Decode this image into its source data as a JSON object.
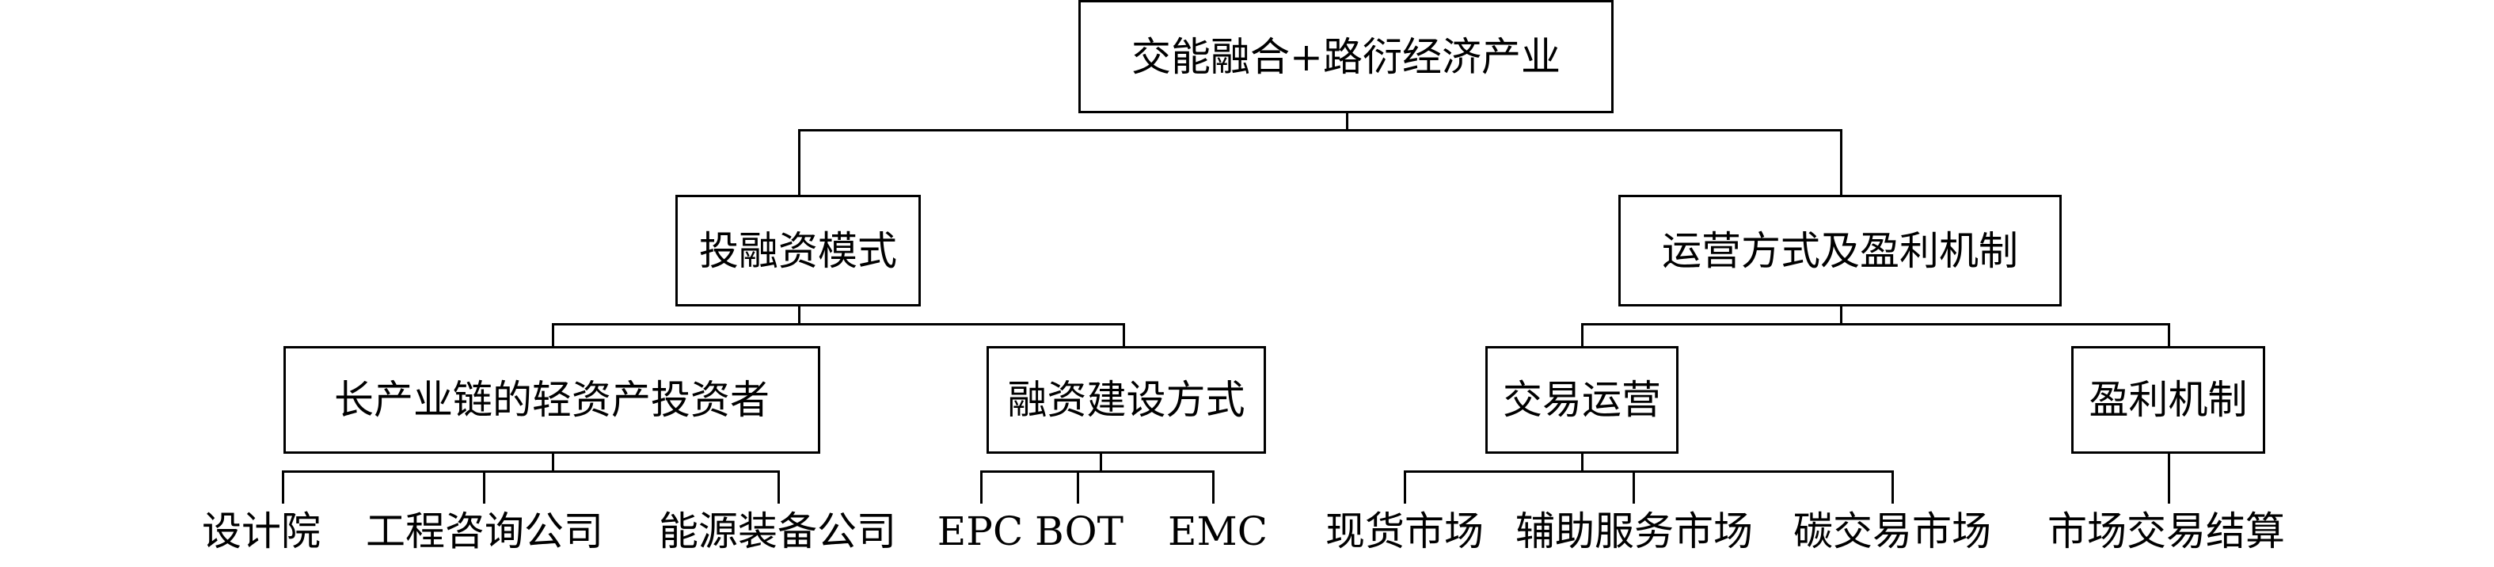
{
  "root": "交能融合+路衍经济产业",
  "branches": {
    "left": {
      "label": "投融资模式",
      "children": {
        "investors": {
          "label": "长产业链的轻资产投资者",
          "leaves": [
            "设计院",
            "工程咨询公司",
            "能源装备公司"
          ]
        },
        "financing": {
          "label": "融资建设方式",
          "leaves": [
            "EPC",
            "BOT",
            "EMC"
          ]
        }
      }
    },
    "right": {
      "label": "运营方式及盈利机制",
      "children": {
        "trading": {
          "label": "交易运营",
          "leaves": [
            "现货市场",
            "辅助服务市场",
            "碳交易市场"
          ]
        },
        "profit": {
          "label": "盈利机制",
          "leaves": [
            "市场交易结算"
          ]
        }
      }
    }
  }
}
